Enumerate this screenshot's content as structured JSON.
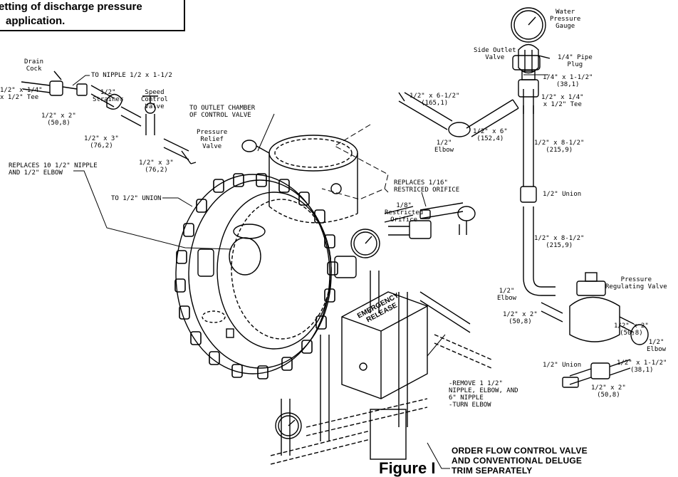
{
  "note": {
    "line1": "etting of discharge pressure",
    "line2": "application."
  },
  "figure_caption": "Figure I",
  "order_note": [
    "ORDER FLOW CONTROL VALVE",
    "AND CONVENTIONAL DELUGE",
    "TRIM SEPARATELY"
  ],
  "emergency_release": [
    "EMERGENCY",
    "RELEASE"
  ],
  "labels": {
    "drain_cock": "Drain\nCock",
    "to_nipple": "TO NIPPLE 1/2 x 1-1/2",
    "tee_left": "1/2\" x 1/4\"\nx 1/2\" Tee",
    "strainer": "1/2\"\nStrainer",
    "speed_control": "Speed\nControl\nValve",
    "nipple_2_left": "1/2\" x 2\"\n(50,8)",
    "nipple_3a": "1/2\" x 3\"\n(76,2)",
    "nipple_3b": "1/2\" x 3\"\n(76,2)",
    "to_outlet": "TO OUTLET CHAMBER\nOF CONTROL VALVE",
    "relief_valve": "Pressure\nRelief\nValve",
    "replaces_nipple": "REPLACES 10 1/2\" NIPPLE\nAND 1/2\" ELBOW",
    "to_union": "TO 1/2\" UNION",
    "replaces_orifice": "REPLACES 1/16\"\nRESTRICED ORIFICE",
    "restricted_orifice": "1/8\"\nRestricted\nOrifice",
    "nipple_6_half": "1/2\" x 6-1/2\"\n(165,1)",
    "nipple_6": "1/2\" x 6\"\n(152,4)",
    "elbow_mid": "1/2\"\nElbow",
    "water_gauge": "Water\nPressure\nGauge",
    "side_outlet": "Side Outlet\nValve",
    "pipe_plug": "1/4\" Pipe\nPlug",
    "nipple_quarter": "1/4\" x 1-1/2\"\n(38,1)",
    "tee_right": "1/2\" x 1/4\"\nx 1/2\" Tee",
    "nipple_8_top": "1/2\" x 8-1/2\"\n(215,9)",
    "union_right": "1/2\" Union",
    "nipple_8_bottom": "1/2\" x 8-1/2\"\n(215,9)",
    "pressure_reg": "Pressure\nRegulating Valve",
    "elbow_right": "1/2\"\nElbow",
    "nipple_2_a": "1/2\" x 2\"\n(50,8)",
    "nipple_2_b": "1/2\" x 2\"\n(50,8)",
    "elbow_far": "1/2\"\nElbow",
    "union_bottom": "1/2\" Union",
    "nipple_1_half": "1/2\" x 1-1/2\"\n(38,1)",
    "nipple_2_c": "1/2\" x 2\"\n(50,8)",
    "remove_note": "-REMOVE 1 1/2\"\nNIPPLE, ELBOW, AND\n6\" NIPPLE\n-TURN ELBOW"
  }
}
